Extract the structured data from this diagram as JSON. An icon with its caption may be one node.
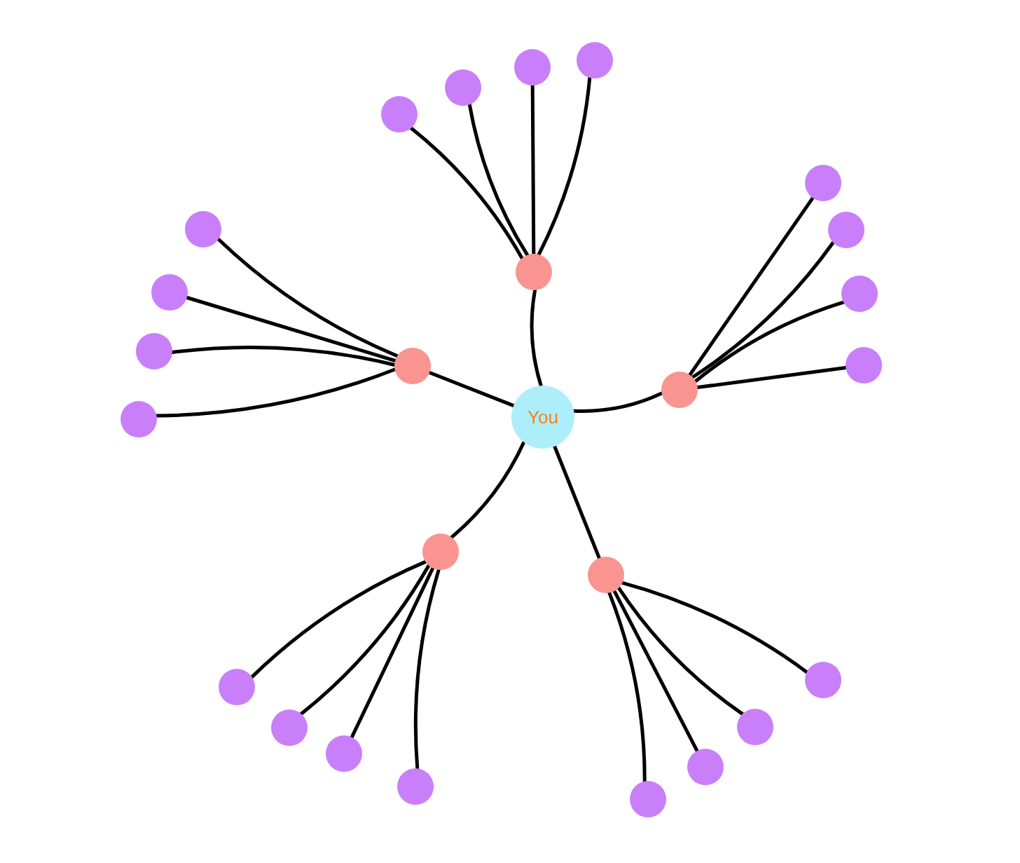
{
  "diagram": {
    "nodes": [
      {
        "text": [
          "You"
        ]
      },
      {
        "text": [],
        "shape": "circle"
      },
      {
        "text": [],
        "shape": "circle"
      },
      {
        "text": [],
        "shape": "circle"
      },
      {
        "text": [],
        "shape": "circle"
      },
      {
        "text": [],
        "shape": "circle"
      },
      {
        "text": [],
        "shape": "circle"
      },
      {
        "text": [],
        "shape": "circle"
      },
      {
        "text": [],
        "shape": "circle"
      },
      {
        "text": [],
        "shape": "circle"
      },
      {
        "text": [],
        "shape": "circle"
      },
      {
        "text": [],
        "shape": "circle"
      },
      {
        "text": [],
        "shape": "circle"
      },
      {
        "text": [],
        "shape": "circle"
      },
      {
        "text": [],
        "shape": "circle"
      },
      {
        "text": [],
        "shape": "circle"
      },
      {
        "text": [],
        "shape": "circle"
      },
      {
        "text": [],
        "shape": "circle"
      },
      {
        "text": [],
        "shape": "circle"
      },
      {
        "text": [],
        "shape": "circle"
      },
      {
        "text": [],
        "shape": "circle"
      },
      {
        "text": [],
        "shape": "circle"
      },
      {
        "text": [],
        "shape": "circle"
      },
      {
        "text": [],
        "shape": "circle"
      },
      {
        "text": [],
        "shape": "circle"
      },
      {
        "text": [],
        "shape": "circle"
      }
    ],
    "edges": [
      {
        "from": 0,
        "to": 8,
        "arrow": "none"
      },
      {
        "from": 0,
        "to": 13,
        "arrow": "none"
      },
      {
        "from": 0,
        "to": 14,
        "arrow": "none"
      },
      {
        "from": 0,
        "to": 16,
        "arrow": "none"
      },
      {
        "from": 0,
        "to": 17,
        "arrow": "none"
      },
      {
        "from": 8,
        "to": 4,
        "arrow": "none"
      },
      {
        "from": 8,
        "to": 3,
        "arrow": "none"
      },
      {
        "from": 8,
        "to": 2,
        "arrow": "none"
      },
      {
        "from": 8,
        "to": 1,
        "arrow": "none"
      },
      {
        "from": 13,
        "to": 6,
        "arrow": "none"
      },
      {
        "from": 13,
        "to": 9,
        "arrow": "none"
      },
      {
        "from": 13,
        "to": 11,
        "arrow": "none"
      },
      {
        "from": 13,
        "to": 15,
        "arrow": "none"
      },
      {
        "from": 14,
        "to": 5,
        "arrow": "none"
      },
      {
        "from": 14,
        "to": 7,
        "arrow": "none"
      },
      {
        "from": 14,
        "to": 10,
        "arrow": "none"
      },
      {
        "from": 14,
        "to": 12,
        "arrow": "none"
      },
      {
        "from": 16,
        "to": 19,
        "arrow": "none"
      },
      {
        "from": 16,
        "to": 21,
        "arrow": "none"
      },
      {
        "from": 16,
        "to": 22,
        "arrow": "none"
      },
      {
        "from": 16,
        "to": 24,
        "arrow": "none"
      },
      {
        "from": 17,
        "to": 25,
        "arrow": "none"
      },
      {
        "from": 17,
        "to": 23,
        "arrow": "none"
      },
      {
        "from": 17,
        "to": 20,
        "arrow": "none"
      },
      {
        "from": 17,
        "to": 18,
        "arrow": "none"
      }
    ]
  }
}
